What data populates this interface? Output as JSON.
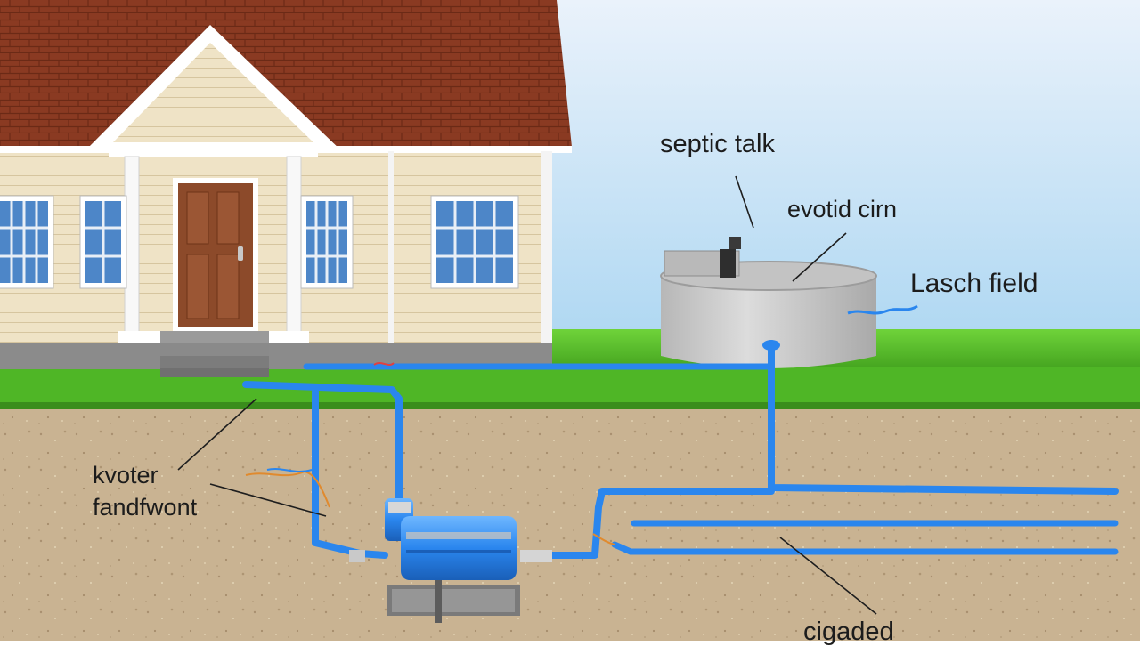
{
  "labels": {
    "septic_tank": "septic talk",
    "outlet": "evotid cirn",
    "leach_field": "Lasch field",
    "water_line1": "kvoter",
    "water_line2": "fandfwont",
    "graded": "cigaded"
  },
  "colors": {
    "sky_top": "#eaf2fb",
    "sky_bottom": "#9fd0f0",
    "grass": "#58c228",
    "soil": "#c8b290",
    "pipe": "#2a86ee",
    "roof": "#8a3a22",
    "siding": "#eee0c0",
    "trim": "#ffffff",
    "door": "#8a4a2a",
    "tank": "#cfcfcf",
    "pump": "#2f8ef0"
  }
}
